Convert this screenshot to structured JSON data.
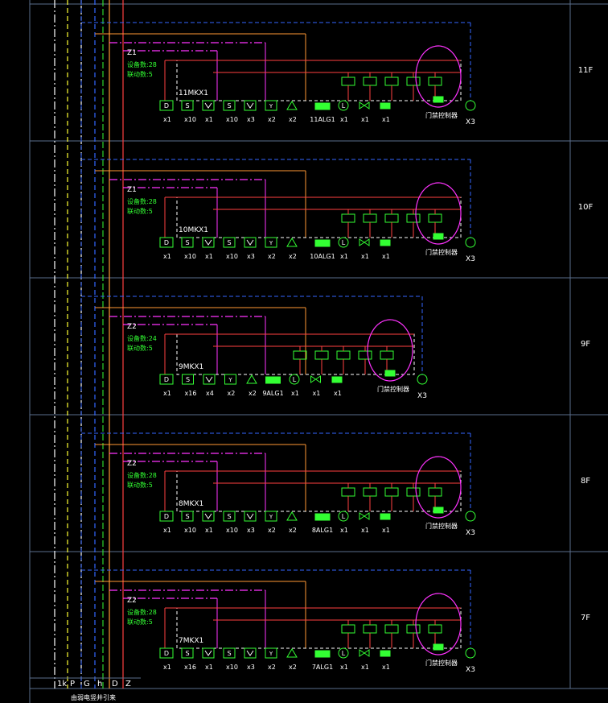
{
  "colors": {
    "background": "#000000",
    "frame": "#5a6e8c",
    "green": "#33ff33",
    "magenta": "#ff33ff",
    "red": "#ff4040",
    "orange": "#ff9933",
    "yellow": "#ffff33",
    "white": "#ffffff",
    "blue": "#3366ff",
    "cyan": "#33ccff"
  },
  "bus_labels": [
    "1k",
    "P",
    "G",
    "h",
    "D",
    "Z"
  ],
  "bus_caption": "由弱电竖井引来",
  "floors": [
    {
      "floor": "11F",
      "zone": "Z1",
      "device_count": "设备数:28",
      "link_count": "联动数:5",
      "module_box": "11MKX1",
      "alarm_valve": "11ALG1",
      "door_label": "门禁控制器",
      "end_device": "X3",
      "items": [
        {
          "icon": "D",
          "count": "x1"
        },
        {
          "icon": "smoke",
          "count": "x10"
        },
        {
          "icon": "heat",
          "count": "x1"
        },
        {
          "icon": "smoke",
          "count": "x10"
        },
        {
          "icon": "heat",
          "count": "x3"
        },
        {
          "icon": "hydrant",
          "count": "x2"
        },
        {
          "icon": "horn",
          "count": "x2"
        },
        {
          "icon": "alg",
          "count": ""
        },
        {
          "icon": "L",
          "count": "x1"
        },
        {
          "icon": "valve",
          "count": "x1"
        },
        {
          "icon": "flow",
          "count": "x1"
        }
      ]
    },
    {
      "floor": "10F",
      "zone": "Z1",
      "device_count": "设备数:28",
      "link_count": "联动数:5",
      "module_box": "10MKX1",
      "alarm_valve": "10ALG1",
      "door_label": "门禁控制器",
      "end_device": "X3",
      "items": [
        {
          "icon": "D",
          "count": "x1"
        },
        {
          "icon": "smoke",
          "count": "x10"
        },
        {
          "icon": "heat",
          "count": "x1"
        },
        {
          "icon": "smoke",
          "count": "x10"
        },
        {
          "icon": "heat",
          "count": "x3"
        },
        {
          "icon": "hydrant",
          "count": "x2"
        },
        {
          "icon": "horn",
          "count": "x2"
        },
        {
          "icon": "alg",
          "count": ""
        },
        {
          "icon": "L",
          "count": "x1"
        },
        {
          "icon": "valve",
          "count": "x1"
        },
        {
          "icon": "flow",
          "count": "x1"
        }
      ]
    },
    {
      "floor": "9F",
      "zone": "Z2",
      "device_count": "设备数:24",
      "link_count": "联动数:5",
      "module_box": "9MKX1",
      "alarm_valve": "9ALG1",
      "door_label": "门禁控制器",
      "end_device": "X3",
      "items": [
        {
          "icon": "D",
          "count": "x1"
        },
        {
          "icon": "smoke",
          "count": "x16"
        },
        {
          "icon": "heat",
          "count": "x4"
        },
        {
          "icon": "hydrant",
          "count": "x2"
        },
        {
          "icon": "horn",
          "count": "x2"
        },
        {
          "icon": "alg",
          "count": ""
        },
        {
          "icon": "L",
          "count": "x1"
        },
        {
          "icon": "valve",
          "count": "x1"
        },
        {
          "icon": "flow",
          "count": "x1"
        }
      ]
    },
    {
      "floor": "8F",
      "zone": "Z2",
      "device_count": "设备数:28",
      "link_count": "联动数:5",
      "module_box": "8MKX1",
      "alarm_valve": "8ALG1",
      "door_label": "门禁控制器",
      "end_device": "X3",
      "items": [
        {
          "icon": "D",
          "count": "x1"
        },
        {
          "icon": "smoke",
          "count": "x10"
        },
        {
          "icon": "heat",
          "count": "x1"
        },
        {
          "icon": "smoke",
          "count": "x10"
        },
        {
          "icon": "heat",
          "count": "x3"
        },
        {
          "icon": "hydrant",
          "count": "x2"
        },
        {
          "icon": "horn",
          "count": "x2"
        },
        {
          "icon": "alg",
          "count": ""
        },
        {
          "icon": "L",
          "count": "x1"
        },
        {
          "icon": "valve",
          "count": "x1"
        },
        {
          "icon": "flow",
          "count": "x1"
        }
      ]
    },
    {
      "floor": "7F",
      "zone": "Z2",
      "device_count": "设备数:28",
      "link_count": "联动数:5",
      "module_box": "7MKX1",
      "alarm_valve": "7ALG1",
      "door_label": "门禁控制器",
      "end_device": "X3",
      "items": [
        {
          "icon": "D",
          "count": "x1"
        },
        {
          "icon": "smoke",
          "count": "x16"
        },
        {
          "icon": "heat",
          "count": "x1"
        },
        {
          "icon": "smoke",
          "count": "x10"
        },
        {
          "icon": "heat",
          "count": "x3"
        },
        {
          "icon": "hydrant",
          "count": "x2"
        },
        {
          "icon": "horn",
          "count": "x2"
        },
        {
          "icon": "alg",
          "count": ""
        },
        {
          "icon": "L",
          "count": "x1"
        },
        {
          "icon": "valve",
          "count": "x1"
        },
        {
          "icon": "flow",
          "count": "x1"
        }
      ]
    }
  ]
}
